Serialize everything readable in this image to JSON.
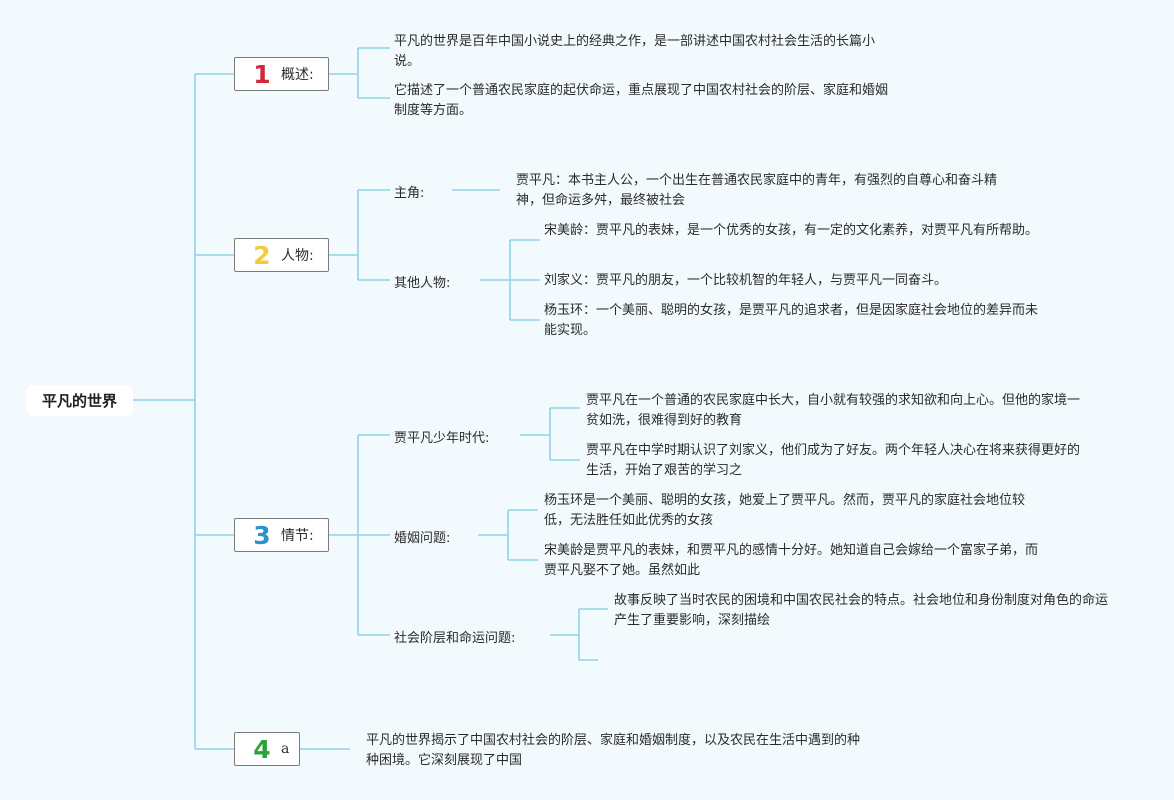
{
  "root": {
    "title": "平凡的世界"
  },
  "branches": [
    {
      "num": "1",
      "label": "概述:",
      "num_color": "#d0273a"
    },
    {
      "num": "2",
      "label": "人物:",
      "num_color": "#f2cc3d"
    },
    {
      "num": "3",
      "label": "情节:",
      "num_color": "#2a93cf"
    },
    {
      "num": "4",
      "label": "a",
      "num_color": "#27a33a"
    }
  ],
  "overview": {
    "leaves": [
      "平凡的世界是百年中国小说史上的经典之作，是一部讲述中国农村社会生活的长篇小说。",
      "它描述了一个普通农民家庭的起伏命运，重点展现了中国农村社会的阶层、家庭和婚姻制度等方面。"
    ]
  },
  "characters": {
    "main_label": "主角:",
    "main_leaf": "贾平凡：本书主人公，一个出生在普通农民家庭中的青年，有强烈的自尊心和奋斗精神，但命运多舛，最终被社会",
    "others_label": "其他人物:",
    "others_leaves": [
      "宋美龄：贾平凡的表妹，是一个优秀的女孩，有一定的文化素养，对贾平凡有所帮助。",
      "刘家义：贾平凡的朋友，一个比较机智的年轻人，与贾平凡一同奋斗。",
      "杨玉环：一个美丽、聪明的女孩，是贾平凡的追求者，但是因家庭社会地位的差异而未能实现。"
    ]
  },
  "plot": {
    "youth_label": "贾平凡少年时代:",
    "youth_leaves": [
      "贾平凡在一个普通的农民家庭中长大，自小就有较强的求知欲和向上心。但他的家境一贫如洗，很难得到好的教育",
      "贾平凡在中学时期认识了刘家义，他们成为了好友。两个年轻人决心在将来获得更好的生活，开始了艰苦的学习之"
    ],
    "marriage_label": "婚姻问题:",
    "marriage_leaves": [
      "杨玉环是一个美丽、聪明的女孩，她爱上了贾平凡。然而，贾平凡的家庭社会地位较低，无法胜任如此优秀的女孩",
      "宋美龄是贾平凡的表妹，和贾平凡的感情十分好。她知道自己会嫁给一个富家子弟，而贾平凡娶不了她。虽然如此"
    ],
    "class_label": "社会阶层和命运问题:",
    "class_leaves": [
      "故事反映了当时农民的困境和中国农民社会的特点。社会地位和身份制度对角色的命运产生了重要影响，深刻描绘"
    ]
  },
  "conclusion": {
    "leaf": "平凡的世界揭示了中国农村社会的阶层、家庭和婚姻制度，以及农民在生活中遇到的种种困境。它深刻展现了中国"
  },
  "colors": {
    "connector": "#8fd3ea",
    "background": "#f2fafd"
  }
}
